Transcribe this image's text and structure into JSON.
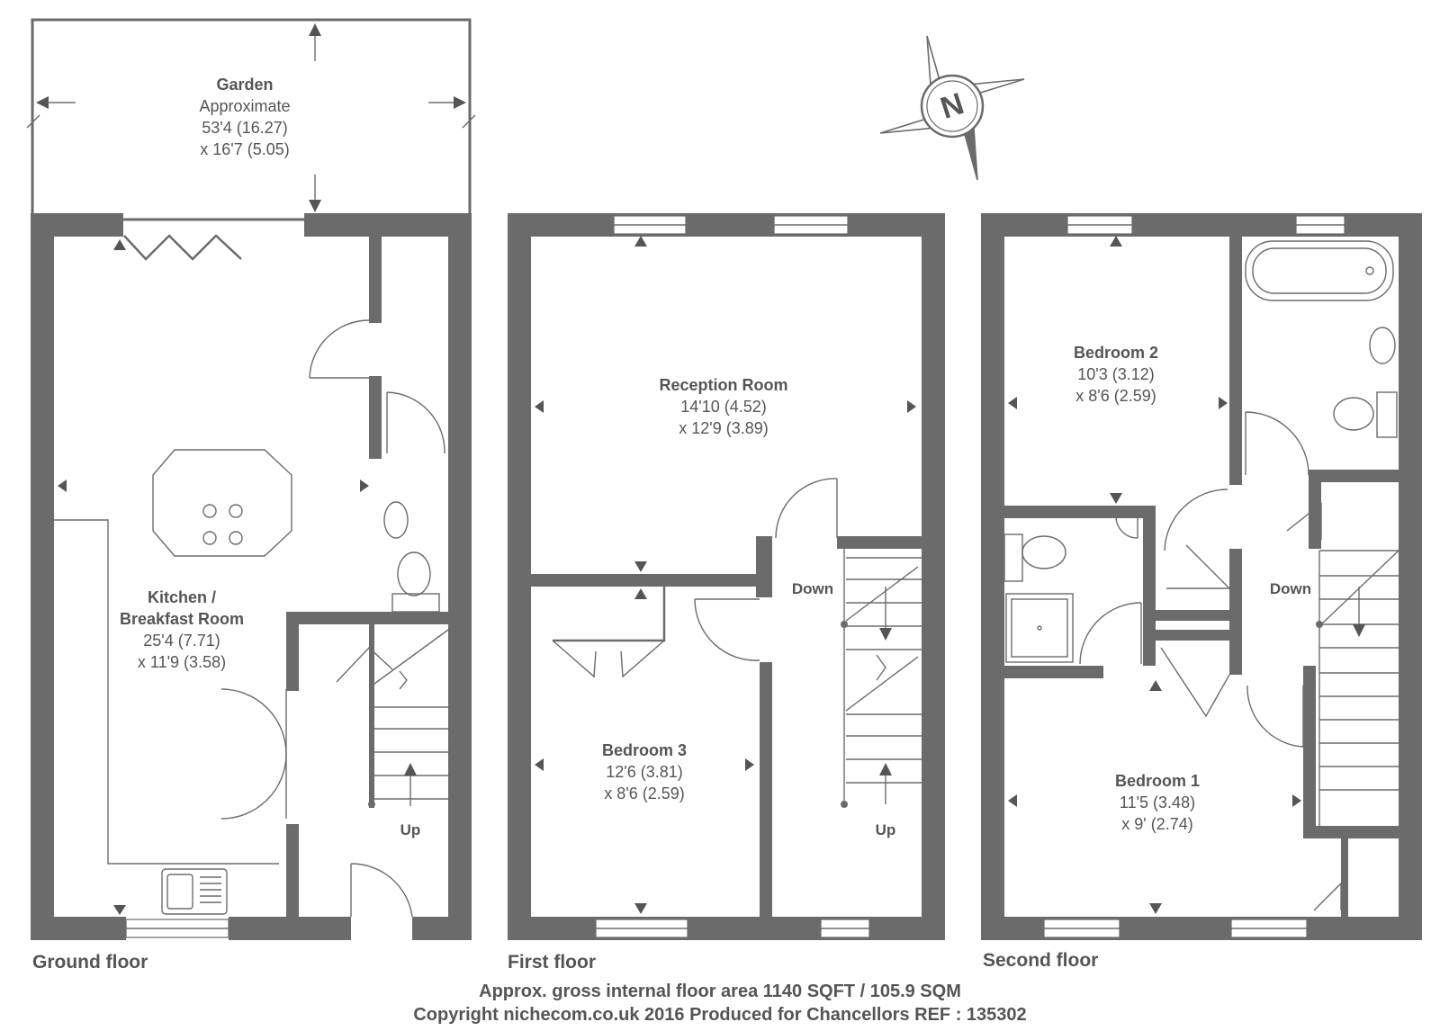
{
  "compass": {
    "label": "N"
  },
  "ground_floor": {
    "title": "Ground floor",
    "garden": {
      "name": "Garden",
      "line1": "Approximate",
      "line2": "53'4 (16.27)",
      "line3": "x 16'7 (5.05)"
    },
    "kitchen": {
      "name1": "Kitchen /",
      "name2": "Breakfast Room",
      "dim1": "25'4 (7.71)",
      "dim2": "x 11'9 (3.58)"
    },
    "stairs_label": "Up"
  },
  "first_floor": {
    "title": "First floor",
    "reception": {
      "name": "Reception Room",
      "dim1": "14'10 (4.52)",
      "dim2": "x 12'9 (3.89)"
    },
    "bedroom3": {
      "name": "Bedroom 3",
      "dim1": "12'6 (3.81)",
      "dim2": "x 8'6 (2.59)"
    },
    "stairs_down": "Down",
    "stairs_up": "Up"
  },
  "second_floor": {
    "title": "Second floor",
    "bedroom2": {
      "name": "Bedroom 2",
      "dim1": "10'3 (3.12)",
      "dim2": "x 8'6 (2.59)"
    },
    "bedroom1": {
      "name": "Bedroom 1",
      "dim1": "11'5 (3.48)",
      "dim2": "x 9' (2.74)"
    },
    "stairs_down": "Down"
  },
  "footer": {
    "line1": "Approx. gross internal floor area 1140 SQFT / 105.9 SQM",
    "line2": "Copyright nichecom.co.uk 2016 Produced for Chancellors REF : 135302"
  }
}
